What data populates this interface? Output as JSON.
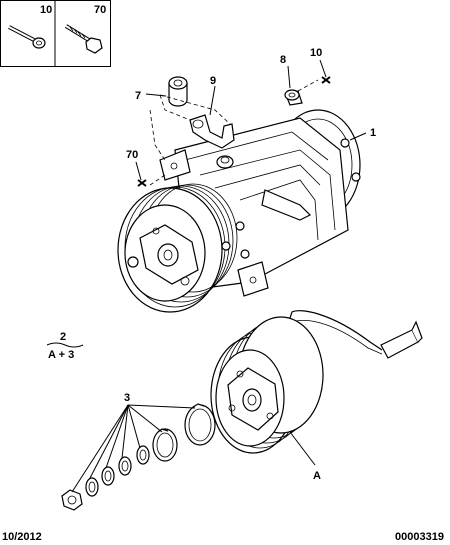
{
  "legend": {
    "box_left_label": "10",
    "box_right_label": "70"
  },
  "callouts": {
    "c1": "1",
    "c7": "7",
    "c8": "8",
    "c9": "9",
    "c10": "10",
    "c70": "70",
    "c3": "3",
    "cA": "A"
  },
  "note": {
    "top": "2",
    "bottom": "A + 3"
  },
  "footer": {
    "date": "10/2012",
    "reference": "00003319"
  }
}
